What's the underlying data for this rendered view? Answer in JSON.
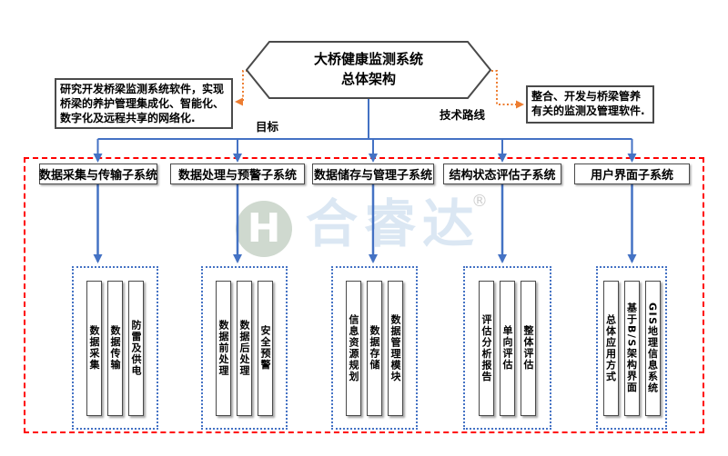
{
  "title": {
    "line1": "大桥健康监测系统",
    "line2": "总体架构"
  },
  "goal": {
    "label": "目标",
    "text": "研究开发桥梁监测系统软件，实现桥梁的养护管理集成化、智能化、数字化及远程共享的网络化."
  },
  "tech_route": {
    "label": "技术路线",
    "text": "整合、开发与桥梁管养有关的监测及管理软件."
  },
  "subsystems": [
    {
      "label": "数据采集与传输子系统",
      "modules": [
        "数据采集",
        "数据传输",
        "防雷及供电"
      ]
    },
    {
      "label": "数据处理与预警子系统",
      "modules": [
        "数据前处理",
        "数据后处理",
        "安全预警"
      ]
    },
    {
      "label": "数据储存与管理子系统",
      "modules": [
        "信息资源规划",
        "数据存储",
        "数据管理模块"
      ]
    },
    {
      "label": "结构状态评估子系统",
      "modules": [
        "评估分析报告",
        "单向评估",
        "整体评估"
      ]
    },
    {
      "label": "用户界面子系统",
      "modules": [
        "总体应用方式",
        "基于B/S架构界面",
        "GIS地理信息系统"
      ]
    }
  ],
  "watermark": {
    "logo_letter": "H",
    "brand": "合睿达",
    "registered": "®"
  },
  "colors": {
    "accent_blue": "#4472C4",
    "accent_orange": "#ED7D31",
    "frame_red": "#FF0000",
    "box_border": "#4A4A4A",
    "watermark_text": "#DBE7F3",
    "watermark_logo": "#CFD9CF"
  }
}
